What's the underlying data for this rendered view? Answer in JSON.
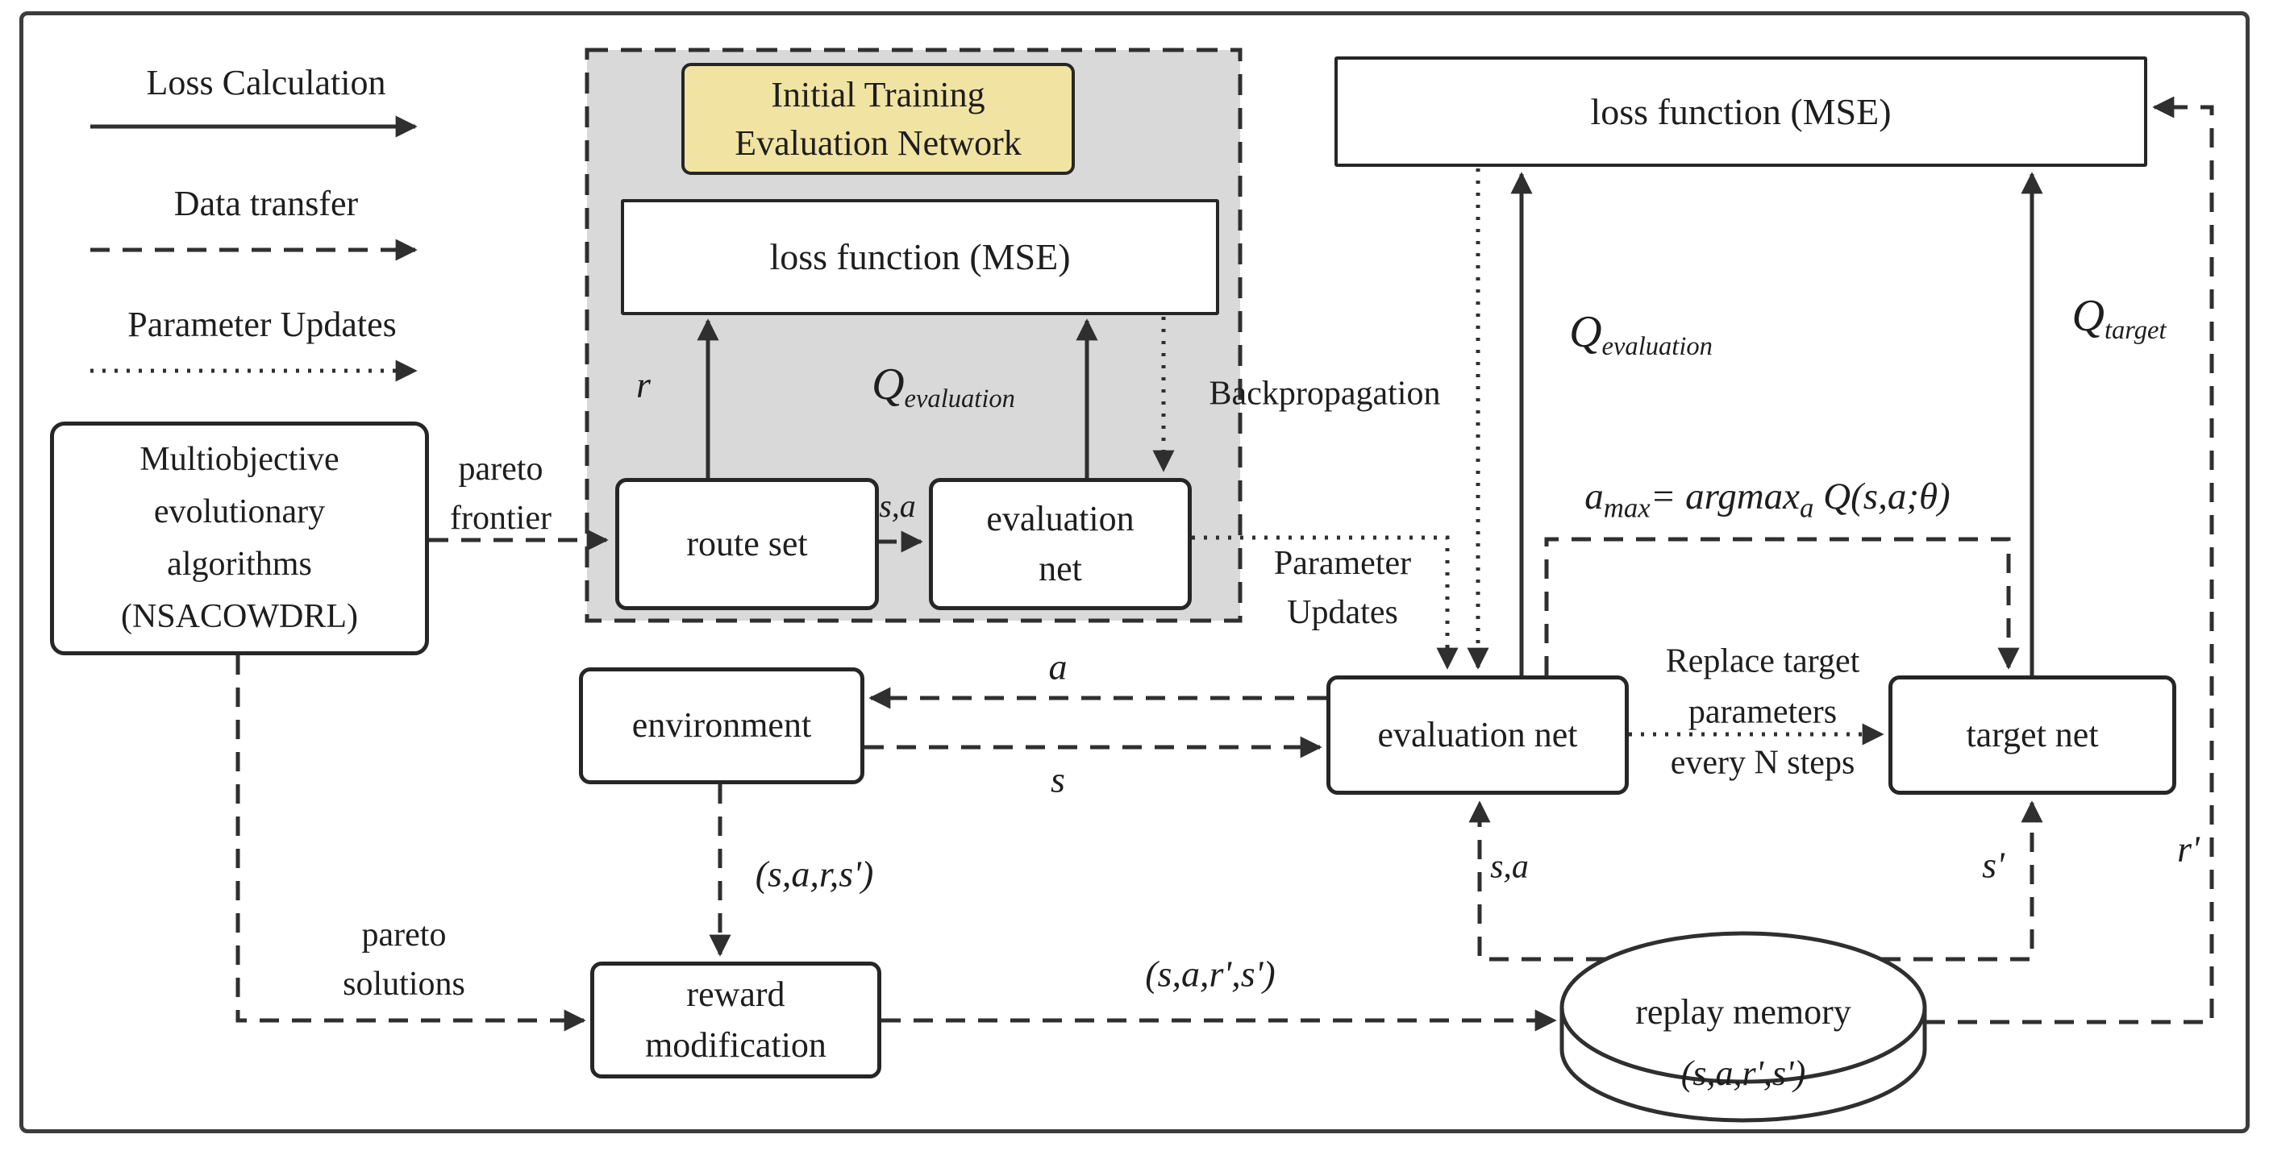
{
  "legend": {
    "items": [
      {
        "label": "Loss Calculation",
        "line_style": "solid"
      },
      {
        "label": "Data transfer",
        "line_style": "dashed"
      },
      {
        "label": "Parameter Updates",
        "line_style": "dotted"
      }
    ]
  },
  "nodes": {
    "moea": {
      "lines": [
        "Multiobjective",
        "evolutionary",
        "algorithms",
        "(NSACOWDRL)"
      ]
    },
    "initial_training_title": {
      "lines": [
        "Initial Training",
        "Evaluation Network"
      ]
    },
    "loss_initial": {
      "label": "loss function (MSE)"
    },
    "route_set": {
      "label": "route set"
    },
    "evaluation_net_initial": {
      "lines": [
        "evaluation",
        "net"
      ]
    },
    "loss_main": {
      "label": "loss function (MSE)"
    },
    "evaluation_net": {
      "label": "evaluation net"
    },
    "target_net": {
      "label": "target net"
    },
    "environment": {
      "label": "environment"
    },
    "reward_modification": {
      "lines": [
        "reward",
        "modification"
      ]
    },
    "replay_memory": {
      "label": "replay memory",
      "tuple": "(s,a,r',s')"
    }
  },
  "edge_labels": {
    "pareto_frontier": {
      "lines": [
        "pareto",
        "frontier"
      ]
    },
    "pareto_solutions": {
      "lines": [
        "pareto",
        "solutions"
      ]
    },
    "r": "r",
    "q_evaluation_initial": {
      "main": "Q",
      "sub": "evaluation"
    },
    "backpropagation": "Backpropagation",
    "sa_route": "s,a",
    "parameter_updates": {
      "lines": [
        "Parameter",
        "Updates"
      ]
    },
    "q_evaluation": {
      "main": "Q",
      "sub": "evaluation"
    },
    "q_target": {
      "main": "Q",
      "sub": "target"
    },
    "argmax_formula": {
      "p1": "a",
      "s1": "max",
      "p2": "= argmax",
      "s2": "a",
      "p3": "Q(s,a;θ)"
    },
    "replace_target": {
      "lines": [
        "Replace target",
        "parameters",
        "every N steps"
      ]
    },
    "a": "a",
    "s": "s",
    "sars": "(s,a,r,s')",
    "sarps": "(s,a,r',s')",
    "sa": "s,a",
    "s_prime": "s'",
    "r_prime": "r'"
  },
  "colors": {
    "line": "#2f2f2f",
    "box_border": "#262626",
    "gray_fill": "#d9d9d9",
    "yellow_fill": "#f1e4a2",
    "background": "#ffffff"
  }
}
